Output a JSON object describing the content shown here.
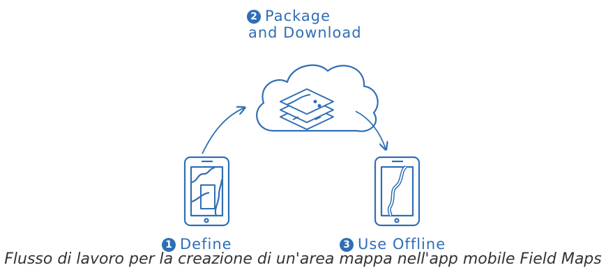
{
  "steps": [
    {
      "number": "1",
      "label": "Define"
    },
    {
      "number": "2",
      "label_line1": "Package",
      "label_line2": "and Download"
    },
    {
      "number": "3",
      "label": "Use Offline"
    }
  ],
  "caption": "Flusso di lavoro per la creazione di un'area mappa nell'app mobile Field Maps",
  "colors": {
    "accent": "#2f6eb5",
    "caption": "#333333"
  }
}
